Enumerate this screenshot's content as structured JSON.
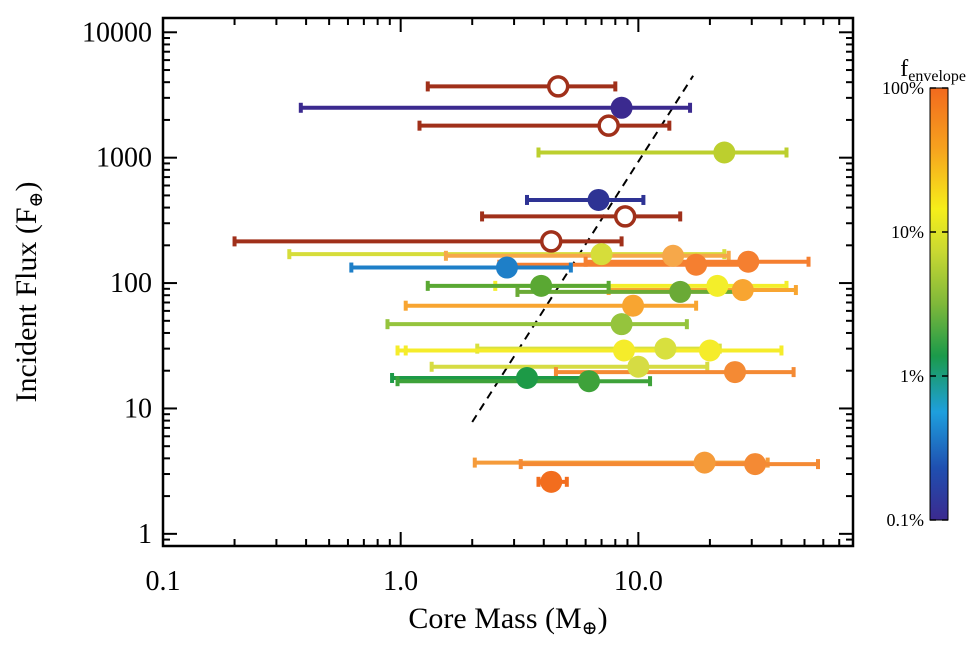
{
  "chart_data": {
    "type": "scatter",
    "title": "",
    "xlabel": "Core Mass (M",
    "xlabel_sub": "⊕",
    "xlabel_end": ")",
    "ylabel": "Incident Flux (F",
    "ylabel_sub": "⊕",
    "ylabel_end": ")",
    "x_scale": "log",
    "y_scale": "log",
    "xlim": [
      0.1,
      80
    ],
    "ylim": [
      0.8,
      13000
    ],
    "x_ticks": [
      0.1,
      1.0,
      10.0
    ],
    "x_tick_labels": [
      "0.1",
      "1.0",
      "10.0"
    ],
    "y_ticks": [
      1,
      10,
      100,
      1000,
      10000
    ],
    "y_tick_labels": [
      "1",
      "10",
      "100",
      "1000",
      "10000"
    ],
    "grid": false,
    "colorbar": {
      "title": "f",
      "title_sub": "envelope",
      "scale": "log",
      "range_percent": [
        0.1,
        100
      ],
      "ticks_percent": [
        0.1,
        1,
        10,
        100
      ],
      "tick_labels": [
        "0.1%",
        "1%",
        "10%",
        "100%"
      ],
      "colors": [
        "#3b2a8f",
        "#1f4fb0",
        "#1e9fdd",
        "#1b9a4a",
        "#7fb83a",
        "#c8d832",
        "#f6ee1a",
        "#f6a21e",
        "#f26a1e"
      ]
    },
    "reference_line": {
      "style": "dashed",
      "color": "#000000",
      "points": [
        [
          2.0,
          7.8
        ],
        [
          17.0,
          4500
        ]
      ]
    },
    "points": [
      {
        "x": 4.6,
        "y": 3700,
        "xerr": [
          1.3,
          8.0
        ],
        "color": "#a0301a",
        "filled": false
      },
      {
        "x": 8.5,
        "y": 2500,
        "xerr": [
          0.38,
          16.5
        ],
        "color": "#3b2a8f",
        "filled": true
      },
      {
        "x": 7.5,
        "y": 1800,
        "xerr": [
          1.2,
          13.5
        ],
        "color": "#a0301a",
        "filled": false
      },
      {
        "x": 23,
        "y": 1100,
        "xerr": [
          3.8,
          42
        ],
        "color": "#bccf2e",
        "filled": true
      },
      {
        "x": 6.8,
        "y": 460,
        "xerr": [
          3.4,
          10.5
        ],
        "color": "#2e3394",
        "filled": true
      },
      {
        "x": 8.8,
        "y": 340,
        "xerr": [
          2.2,
          15.0
        ],
        "color": "#a0301a",
        "filled": false
      },
      {
        "x": 4.3,
        "y": 215,
        "xerr": [
          0.2,
          8.5
        ],
        "color": "#a0301a",
        "filled": false
      },
      {
        "x": 7.0,
        "y": 170,
        "xerr": [
          0.34,
          23
        ],
        "color": "#d6dd3a",
        "filled": true
      },
      {
        "x": 14,
        "y": 165,
        "xerr": [
          1.55,
          24
        ],
        "color": "#f6a84a",
        "filled": true
      },
      {
        "x": 17.5,
        "y": 140,
        "xerr": [
          2.6,
          30
        ],
        "color": "#f57f30",
        "filled": true
      },
      {
        "x": 29,
        "y": 148,
        "xerr": [
          6.0,
          52
        ],
        "color": "#f57f30",
        "filled": true
      },
      {
        "x": 2.8,
        "y": 133,
        "xerr": [
          0.62,
          5.2
        ],
        "color": "#1e7fc8",
        "filled": true
      },
      {
        "x": 21.5,
        "y": 95,
        "xerr": [
          2.5,
          42
        ],
        "color": "#f3ee2a",
        "filled": true
      },
      {
        "x": 27.5,
        "y": 88,
        "xerr": [
          7.5,
          46
        ],
        "color": "#f8a531",
        "filled": true
      },
      {
        "x": 3.9,
        "y": 95,
        "xerr": [
          1.3,
          7.5
        ],
        "color": "#5aa833",
        "filled": true
      },
      {
        "x": 15,
        "y": 85,
        "xerr": [
          3.1,
          27
        ],
        "color": "#6aaa36",
        "filled": true
      },
      {
        "x": 9.5,
        "y": 66,
        "xerr": [
          1.05,
          17.5
        ],
        "color": "#f8a531",
        "filled": true
      },
      {
        "x": 8.5,
        "y": 47,
        "xerr": [
          0.88,
          16
        ],
        "color": "#95c43d",
        "filled": true
      },
      {
        "x": 8.7,
        "y": 29,
        "xerr": [
          0.97,
          21
        ],
        "color": "#f5ec2a",
        "filled": true
      },
      {
        "x": 13,
        "y": 30,
        "xerr": [
          2.1,
          22
        ],
        "color": "#d8e03e",
        "filled": true
      },
      {
        "x": 20,
        "y": 29,
        "xerr": [
          1.05,
          40
        ],
        "color": "#f5ec2a",
        "filled": true
      },
      {
        "x": 10,
        "y": 21.5,
        "xerr": [
          1.35,
          19.5
        ],
        "color": "#d6dc43",
        "filled": true
      },
      {
        "x": 25.5,
        "y": 19.5,
        "xerr": [
          4.5,
          45
        ],
        "color": "#f48a34",
        "filled": true
      },
      {
        "x": 3.4,
        "y": 17.5,
        "xerr": [
          0.92,
          6.0
        ],
        "color": "#1d9a47",
        "filled": true
      },
      {
        "x": 6.2,
        "y": 16.5,
        "xerr": [
          0.97,
          11.2
        ],
        "color": "#3ea23a",
        "filled": true
      },
      {
        "x": 19,
        "y": 3.7,
        "xerr": [
          2.05,
          35
        ],
        "color": "#f59b3a",
        "filled": true
      },
      {
        "x": 31,
        "y": 3.6,
        "xerr": [
          3.2,
          57
        ],
        "color": "#f48a34",
        "filled": true
      },
      {
        "x": 4.3,
        "y": 2.6,
        "xerr": [
          3.8,
          5.0
        ],
        "color": "#f26d1e",
        "filled": true
      }
    ]
  }
}
